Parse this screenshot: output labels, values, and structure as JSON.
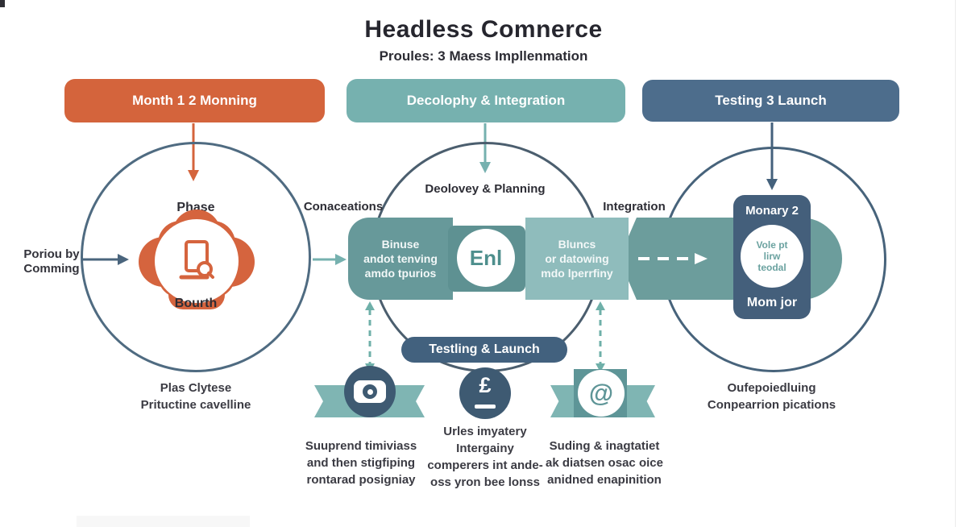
{
  "title": "Headless Comnerce",
  "subtitle": "Proules: 3 Maess Impllenmation",
  "colors": {
    "orange": "#d4643c",
    "teal": "#76b1af",
    "teal_dark": "#67999a",
    "teal_light": "#8fbcbc",
    "slate": "#4d6d8c",
    "slate_dark": "#42617e"
  },
  "phases": [
    {
      "label": "Month 1 2 Monning"
    },
    {
      "label": "Decolophy & Integration"
    },
    {
      "label": "Testing 3 Launch"
    }
  ],
  "left_note": {
    "line1": "Poriou by",
    "line2": "Comming"
  },
  "circle1": {
    "top_label": "Phase",
    "bottom_label": "Bourth",
    "caption_line1": "Plas Clytese",
    "caption_line2": "Prituctine cavelline"
  },
  "band_labels": {
    "left": "Conaceations",
    "center": "Deolovey & Planning",
    "right": "Integration"
  },
  "band": {
    "left_lines": [
      "Binuse",
      "andot tenving",
      "amdo tpurios"
    ],
    "center_badge": "Enl",
    "right_lines": [
      "Bluncs",
      "or datowing",
      "mdo lperrfiny"
    ]
  },
  "launch_pill": "Testling & Launch",
  "right_card": {
    "top": "Monary 2",
    "circle_lines": [
      "Vole pt",
      "lirw",
      "teodal"
    ],
    "bottom": "Mom jor"
  },
  "circle3_caption": {
    "line1": "Oufepoiedluing",
    "line2": "Conpearrion pications"
  },
  "bottom_columns": [
    {
      "lines": [
        "Suuprend timiviass",
        "and then stigfiping",
        "rontarad posigniay"
      ]
    },
    {
      "lines": [
        "Urles imyatery",
        "Intergainy",
        "comperers int ande-",
        "oss yron bee lonss"
      ]
    },
    {
      "lines": [
        "Suding & inagtatiet",
        "ak diatsen osac oice",
        "anidned enapinition"
      ]
    }
  ],
  "icons": {
    "pound": "£",
    "at": "@"
  }
}
